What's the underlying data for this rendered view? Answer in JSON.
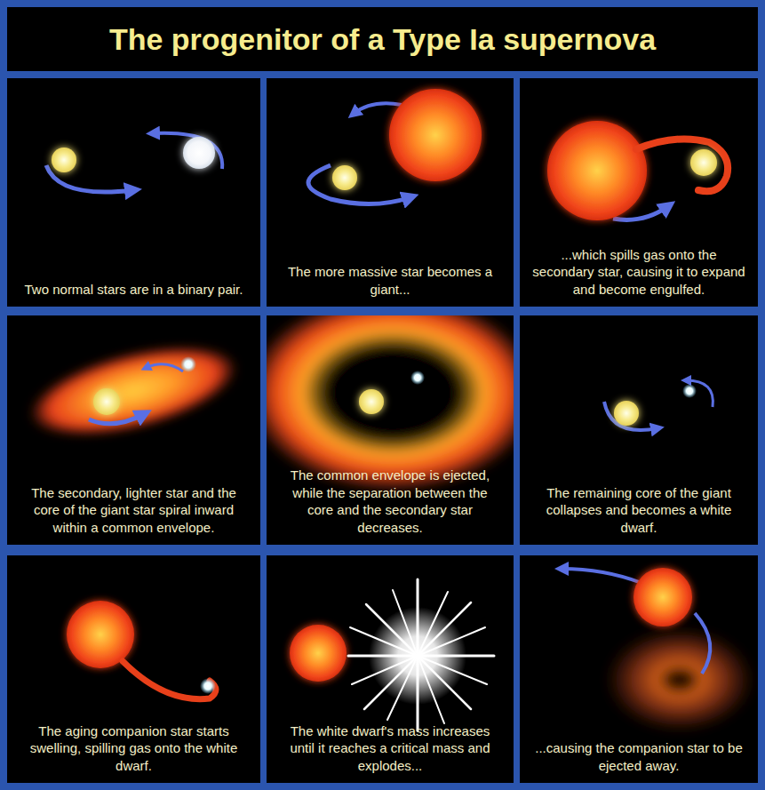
{
  "diagram": {
    "title": "The progenitor of a Type Ia supernova",
    "nodes": [
      {
        "text": [
          "Two normal stars are in a binary pair."
        ]
      },
      {
        "text": [
          "The more massive star becomes a giant..."
        ]
      },
      {
        "text": [
          "...which spills gas onto the secondary star, causing it to expand and become engulfed."
        ]
      },
      {
        "text": [
          "The secondary, lighter star and the core of the giant star spiral inward within a common envelope."
        ]
      },
      {
        "text": [
          "The common envelope is ejected, while the separation between the core and the secondary star decreases."
        ]
      },
      {
        "text": [
          "The remaining core of the giant collapses and becomes a white dwarf."
        ]
      },
      {
        "text": [
          "The aging companion star starts swelling, spilling gas onto the white dwarf."
        ]
      },
      {
        "text": [
          "The white dwarf's mass increases until it reaches a critical mass and explodes..."
        ]
      },
      {
        "text": [
          "...causing the companion star to be ejected away."
        ]
      }
    ]
  }
}
